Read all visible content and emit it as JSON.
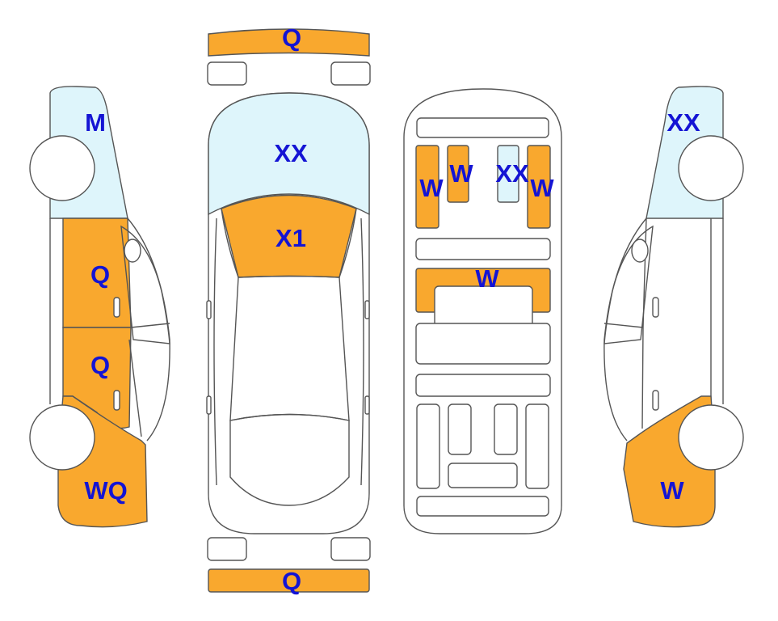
{
  "colors": {
    "damage_fill": "#f9a82e",
    "glass_fill": "#def5fb",
    "outline": "#555555",
    "code_text": "#1414d4",
    "background": "#ffffff"
  },
  "labels": {
    "front_bumper": "Q",
    "rear_bumper": "Q",
    "windshield": "XX",
    "hood": "X1",
    "roof_left_rail": "W",
    "roof_left_inner": "W",
    "sunroof_glass": "XX",
    "roof_right_rail": "W",
    "roof_mid_panel": "W",
    "left_windshield": "M",
    "left_front_door": "Q",
    "left_rear_door": "Q",
    "left_rear_quarter": "WQ",
    "right_windshield": "XX",
    "right_rear_quarter": "W"
  }
}
